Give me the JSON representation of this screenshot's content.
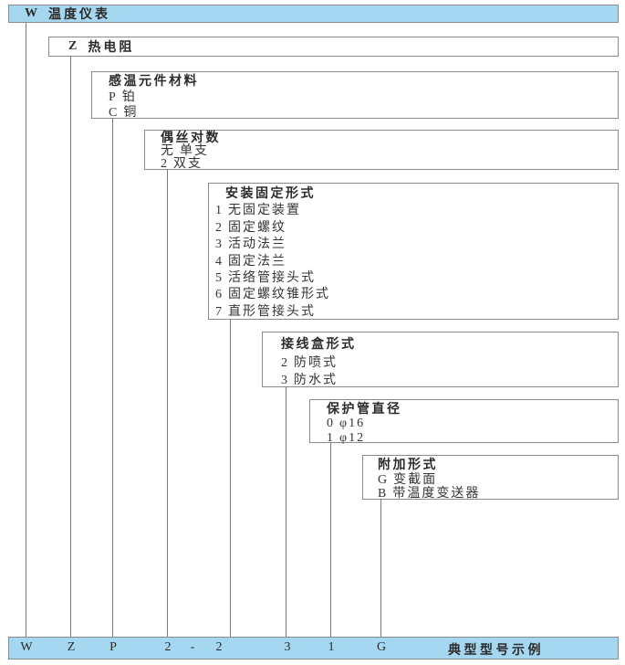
{
  "diagram": {
    "boxes": [
      {
        "code": "W",
        "title": "温度仪表",
        "items": []
      },
      {
        "code": "Z",
        "title": "热电阻",
        "items": []
      },
      {
        "title": "感温元件材料",
        "items": [
          {
            "code": "P",
            "label": "铂"
          },
          {
            "code": "C",
            "label": "铜"
          }
        ]
      },
      {
        "title": "偶丝对数",
        "items": [
          {
            "code": "无",
            "label": "单支"
          },
          {
            "code": "2",
            "label": "双支"
          }
        ]
      },
      {
        "title": "安装固定形式",
        "items": [
          {
            "code": "1",
            "label": "无固定装置"
          },
          {
            "code": "2",
            "label": "固定螺纹"
          },
          {
            "code": "3",
            "label": "活动法兰"
          },
          {
            "code": "4",
            "label": "固定法兰"
          },
          {
            "code": "5",
            "label": "活络管接头式"
          },
          {
            "code": "6",
            "label": "固定螺纹锥形式"
          },
          {
            "code": "7",
            "label": "直形管接头式"
          }
        ]
      },
      {
        "title": "接线盒形式",
        "items": [
          {
            "code": "2",
            "label": "防喷式"
          },
          {
            "code": "3",
            "label": "防水式"
          }
        ]
      },
      {
        "title": "保护管直径",
        "items": [
          {
            "code": "0",
            "label": "φ16"
          },
          {
            "code": "1",
            "label": "φ12"
          }
        ]
      },
      {
        "title": "附加形式",
        "items": [
          {
            "code": "G",
            "label": "变截面"
          },
          {
            "code": "B",
            "label": "带温度变送器"
          }
        ]
      }
    ],
    "example_bar": {
      "codes": [
        "W",
        "Z",
        "P",
        "2",
        "-",
        "2",
        "3",
        "1",
        "G"
      ],
      "caption": "典型型号示例"
    },
    "colors": {
      "highlight_fill": "#a6d7f1",
      "box_border": "#8a8a8a",
      "line": "#7a7a7a",
      "text": "#2b2b2b"
    }
  }
}
